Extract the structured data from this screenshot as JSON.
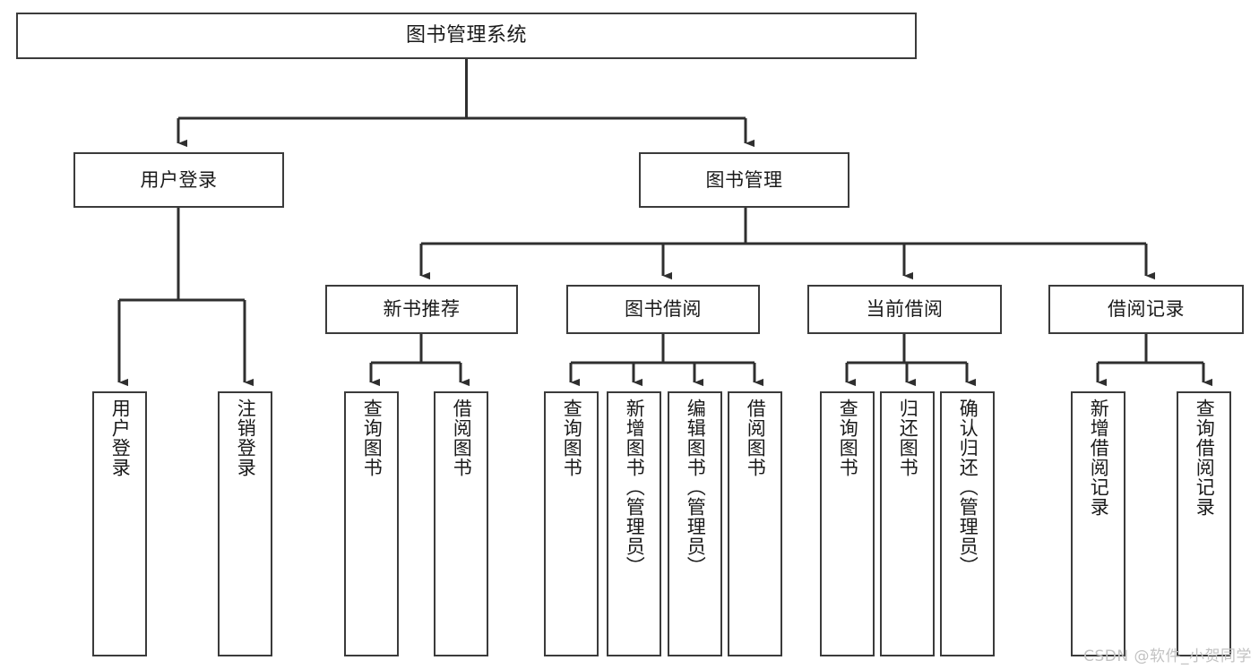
{
  "diagram": {
    "type": "tree-flowchart",
    "title": "图书管理系统",
    "watermark": "CSDN @软件_小贺同学",
    "colors": {
      "box_border": "#3b3b3b",
      "box_fill": "#ffffff",
      "connector": "#2f2f2f",
      "text": "#1a1a1a",
      "watermark": "#c2c2c2"
    },
    "root": {
      "label": "图书管理系统"
    },
    "level2": [
      {
        "label": "用户登录"
      },
      {
        "label": "图书管理"
      }
    ],
    "level3": [
      {
        "label": "新书推荐"
      },
      {
        "label": "图书借阅"
      },
      {
        "label": "当前借阅"
      },
      {
        "label": "借阅记录"
      }
    ],
    "leaves": {
      "user_login": [
        {
          "label": "用户登录"
        },
        {
          "label": "注销登录"
        }
      ],
      "new_book_recommend": [
        {
          "label": "查询图书"
        },
        {
          "label": "借阅图书"
        }
      ],
      "book_borrow": [
        {
          "label": "查询图书"
        },
        {
          "label": "新增图书（管理员）"
        },
        {
          "label": "编辑图书（管理员）"
        },
        {
          "label": "借阅图书"
        }
      ],
      "current_borrow": [
        {
          "label": "查询图书"
        },
        {
          "label": "归还图书"
        },
        {
          "label": "确认归还（管理员）"
        }
      ],
      "borrow_records": [
        {
          "label": "新增借阅记录"
        },
        {
          "label": "查询借阅记录"
        }
      ]
    }
  }
}
